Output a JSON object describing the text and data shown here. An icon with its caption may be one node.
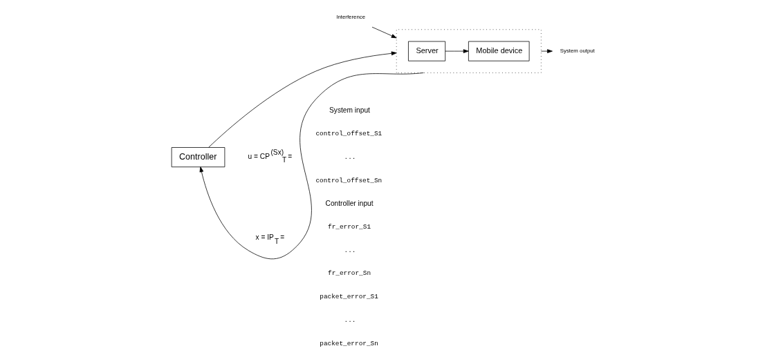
{
  "diagram": {
    "nodes": [
      {
        "text": [
          "Interference"
        ]
      },
      {
        "text": [
          "Controller"
        ]
      },
      {
        "text": [],
        "shape": "box"
      },
      {
        "text": [
          "Server"
        ],
        "in": 2
      },
      {
        "text": [
          "Mobile device"
        ],
        "in": 2
      },
      {
        "text": [
          "System output"
        ]
      }
    ],
    "edges": [
      {
        "from": 0,
        "to": 2,
        "arrow": "to"
      },
      {
        "from": 1,
        "to": 2,
        "arrow": "to"
      },
      {
        "from": 3,
        "to": 4,
        "arrow": "to"
      },
      {
        "from": 2,
        "to": 5,
        "arrow": "to"
      },
      {
        "from": 2,
        "to": 1,
        "arrow": "to"
      }
    ],
    "labels": [
      "System input",
      "u = CP$^{(Sx)}$$_{T}$ =",
      "control_offset_S1",
      "...",
      "control_offset_Sn",
      "Controller input",
      "x = IP$_{T}$ =",
      "fr_error_S1",
      "...",
      "fr_error_Sn",
      "packet_error_S1",
      "...",
      "packet_error_Sn"
    ]
  }
}
